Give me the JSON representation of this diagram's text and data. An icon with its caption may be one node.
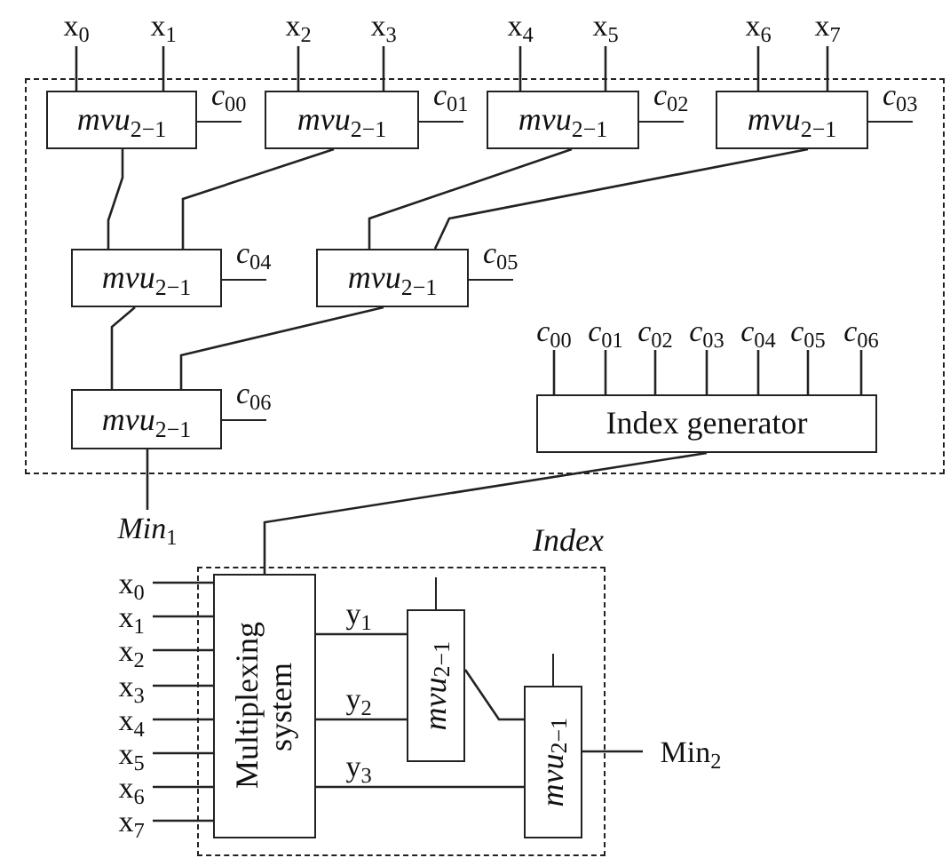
{
  "diagram": {
    "nodes": [
      {
        "text": [
          "x$_{0}$"
        ]
      },
      {
        "text": [
          "x$_{1}$"
        ]
      },
      {
        "text": [
          "x$_{2}$"
        ]
      },
      {
        "text": [
          "x$_{3}$"
        ]
      },
      {
        "text": [
          "x$_{4}$"
        ]
      },
      {
        "text": [
          "x$_{5}$"
        ]
      },
      {
        "text": [
          "x$_{6}$"
        ]
      },
      {
        "text": [
          "x$_{7}$"
        ]
      },
      {
        "text": [],
        "shape": "box"
      },
      {
        "text": [
          "*mvu*$_{2−1}$"
        ],
        "in": 8,
        "beside": [
          "*c*$_{00}$"
        ]
      },
      {
        "text": [
          "*mvu*$_{2−1}$"
        ],
        "in": 8,
        "beside": [
          "*c*$_{01}$"
        ]
      },
      {
        "text": [
          "*mvu*$_{2−1}$"
        ],
        "in": 8,
        "beside": [
          "*c*$_{02}$"
        ]
      },
      {
        "text": [
          "*mvu*$_{2−1}$"
        ],
        "in": 8,
        "beside": [
          "*c*$_{03}$"
        ]
      },
      {
        "text": [
          "*mvu*$_{2−1}$"
        ],
        "in": 8,
        "beside": [
          "*c*$_{04}$"
        ]
      },
      {
        "text": [
          "*mvu*$_{2−1}$"
        ],
        "in": 8,
        "beside": [
          "*c*$_{05}$"
        ]
      },
      {
        "text": [
          "*mvu*$_{2−1}$"
        ],
        "in": 8,
        "beside": [
          "*c*$_{06}$"
        ]
      },
      {
        "text": [
          "Index generator"
        ],
        "in": 8
      },
      {
        "text": [
          "*c*$_{00}$"
        ],
        "in": 8
      },
      {
        "text": [
          "*c*$_{01}$"
        ],
        "in": 8
      },
      {
        "text": [
          "*c*$_{02}$"
        ],
        "in": 8
      },
      {
        "text": [
          "*c*$_{03}$"
        ],
        "in": 8
      },
      {
        "text": [
          "*c*$_{04}$"
        ],
        "in": 8
      },
      {
        "text": [
          "*c*$_{05}$"
        ],
        "in": 8
      },
      {
        "text": [
          "*c*$_{06}$"
        ],
        "in": 8
      },
      {
        "text": [
          "*Min*$_{1}$"
        ]
      },
      {
        "text": [
          "Index"
        ]
      },
      {
        "text": [
          "x$_{0}$"
        ]
      },
      {
        "text": [
          "x$_{1}$"
        ]
      },
      {
        "text": [
          "x$_{2}$"
        ]
      },
      {
        "text": [
          "x$_{3}$"
        ]
      },
      {
        "text": [
          "x$_{4}$"
        ]
      },
      {
        "text": [
          "x$_{5}$"
        ]
      },
      {
        "text": [
          "x$_{6}$"
        ]
      },
      {
        "text": [
          "x$_{7}$"
        ]
      },
      {
        "text": [
          "Multiplexing system"
        ],
        "in": 25
      },
      {
        "text": [
          "*mvu*$_{2−1}$"
        ],
        "in": 25
      },
      {
        "text": [
          "*mvu*$_{2−1}$"
        ],
        "in": 25
      },
      {
        "text": [
          "Min$_{2}$"
        ]
      }
    ],
    "edges": [
      {
        "from": 0,
        "to": 9,
        "arrow": "none"
      },
      {
        "from": 1,
        "to": 9,
        "arrow": "none"
      },
      {
        "from": 2,
        "to": 10,
        "arrow": "none"
      },
      {
        "from": 3,
        "to": 10,
        "arrow": "none"
      },
      {
        "from": 4,
        "to": 11,
        "arrow": "none"
      },
      {
        "from": 5,
        "to": 11,
        "arrow": "none"
      },
      {
        "from": 6,
        "to": 12,
        "arrow": "none"
      },
      {
        "from": 7,
        "to": 12,
        "arrow": "none"
      },
      {
        "from": 9,
        "to": 13,
        "arrow": "none"
      },
      {
        "from": 10,
        "to": 13,
        "arrow": "none"
      },
      {
        "from": 11,
        "to": 14,
        "arrow": "none"
      },
      {
        "from": 12,
        "to": 14,
        "arrow": "none"
      },
      {
        "from": 13,
        "to": 15,
        "arrow": "none"
      },
      {
        "from": 14,
        "to": 15,
        "arrow": "none"
      },
      {
        "from": 15,
        "to": 24,
        "arrow": "none"
      },
      {
        "from": 17,
        "to": 16,
        "arrow": "none"
      },
      {
        "from": 18,
        "to": 16,
        "arrow": "none"
      },
      {
        "from": 19,
        "to": 16,
        "arrow": "none"
      },
      {
        "from": 20,
        "to": 16,
        "arrow": "none"
      },
      {
        "from": 21,
        "to": 16,
        "arrow": "none"
      },
      {
        "from": 22,
        "to": 16,
        "arrow": "none"
      },
      {
        "from": 23,
        "to": 16,
        "arrow": "none"
      },
      {
        "from": 16,
        "to": 34,
        "arrow": "none"
      },
      {
        "from": 26,
        "to": 34,
        "arrow": "none"
      },
      {
        "from": 27,
        "to": 34,
        "arrow": "none"
      },
      {
        "from": 28,
        "to": 34,
        "arrow": "none"
      },
      {
        "from": 29,
        "to": 34,
        "arrow": "none"
      },
      {
        "from": 30,
        "to": 34,
        "arrow": "none"
      },
      {
        "from": 31,
        "to": 34,
        "arrow": "none"
      },
      {
        "from": 32,
        "to": 34,
        "arrow": "none"
      },
      {
        "from": 33,
        "to": 34,
        "arrow": "none"
      },
      {
        "from": 34,
        "to": 35,
        "arrow": "none",
        "label": "y$_{1}$"
      },
      {
        "from": 34,
        "to": 35,
        "arrow": "none",
        "label": "y$_{2}$"
      },
      {
        "from": 35,
        "to": 36,
        "arrow": "none"
      },
      {
        "from": 34,
        "to": 36,
        "arrow": "none",
        "label": "y$_{3}$"
      },
      {
        "from": 36,
        "to": 37,
        "arrow": "none"
      }
    ]
  }
}
